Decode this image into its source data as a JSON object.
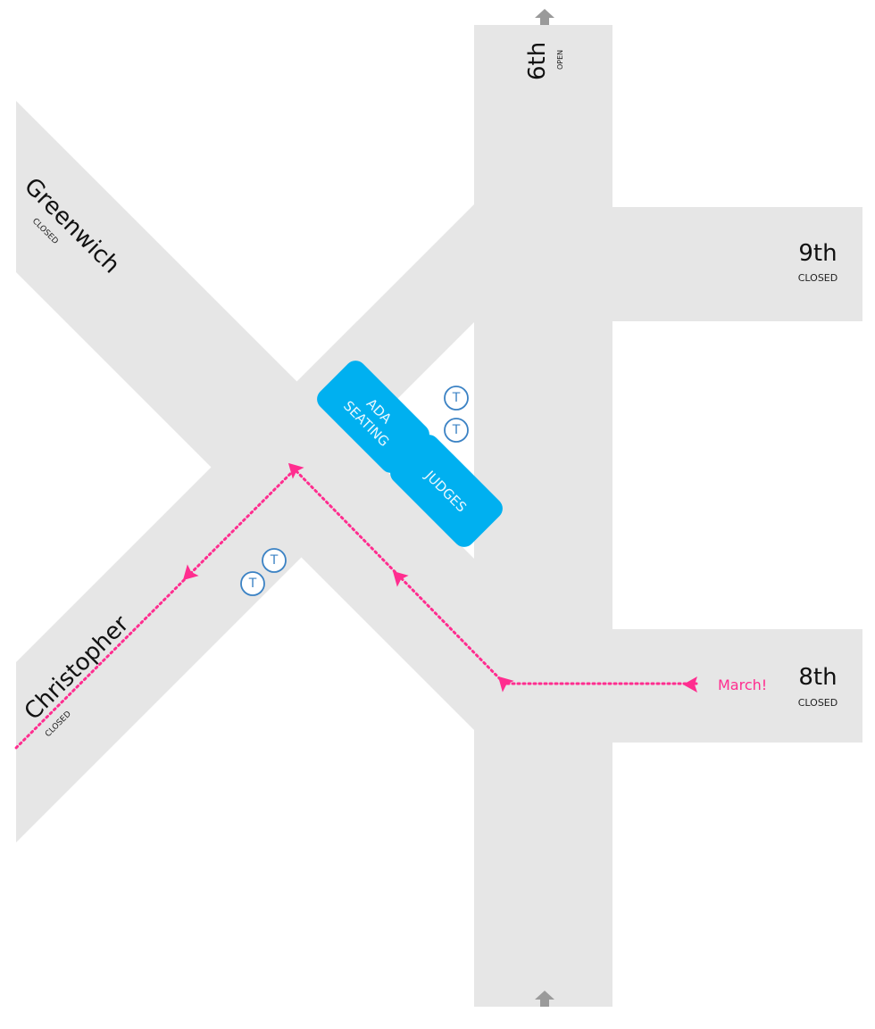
{
  "streets": {
    "sixth": {
      "name": "6th",
      "status": "OPEN"
    },
    "ninth": {
      "name": "9th",
      "status": "CLOSED"
    },
    "eighth": {
      "name": "8th",
      "status": "CLOSED"
    },
    "greenwich": {
      "name": "Greenwich",
      "status": "CLOSED"
    },
    "christopher": {
      "name": "Christopher",
      "status": "CLOSED"
    }
  },
  "zones": {
    "ada_line1": "ADA",
    "ada_line2": "SEATING",
    "judges": "JUDGES"
  },
  "toilet_symbol": "T",
  "route": {
    "label": "March!",
    "color": "#ff2d8f"
  },
  "colors": {
    "road": "#e6e6e6",
    "zone": "#00b0f0",
    "toilet": "#3b82c4",
    "arrow": "#9a9a9a"
  }
}
